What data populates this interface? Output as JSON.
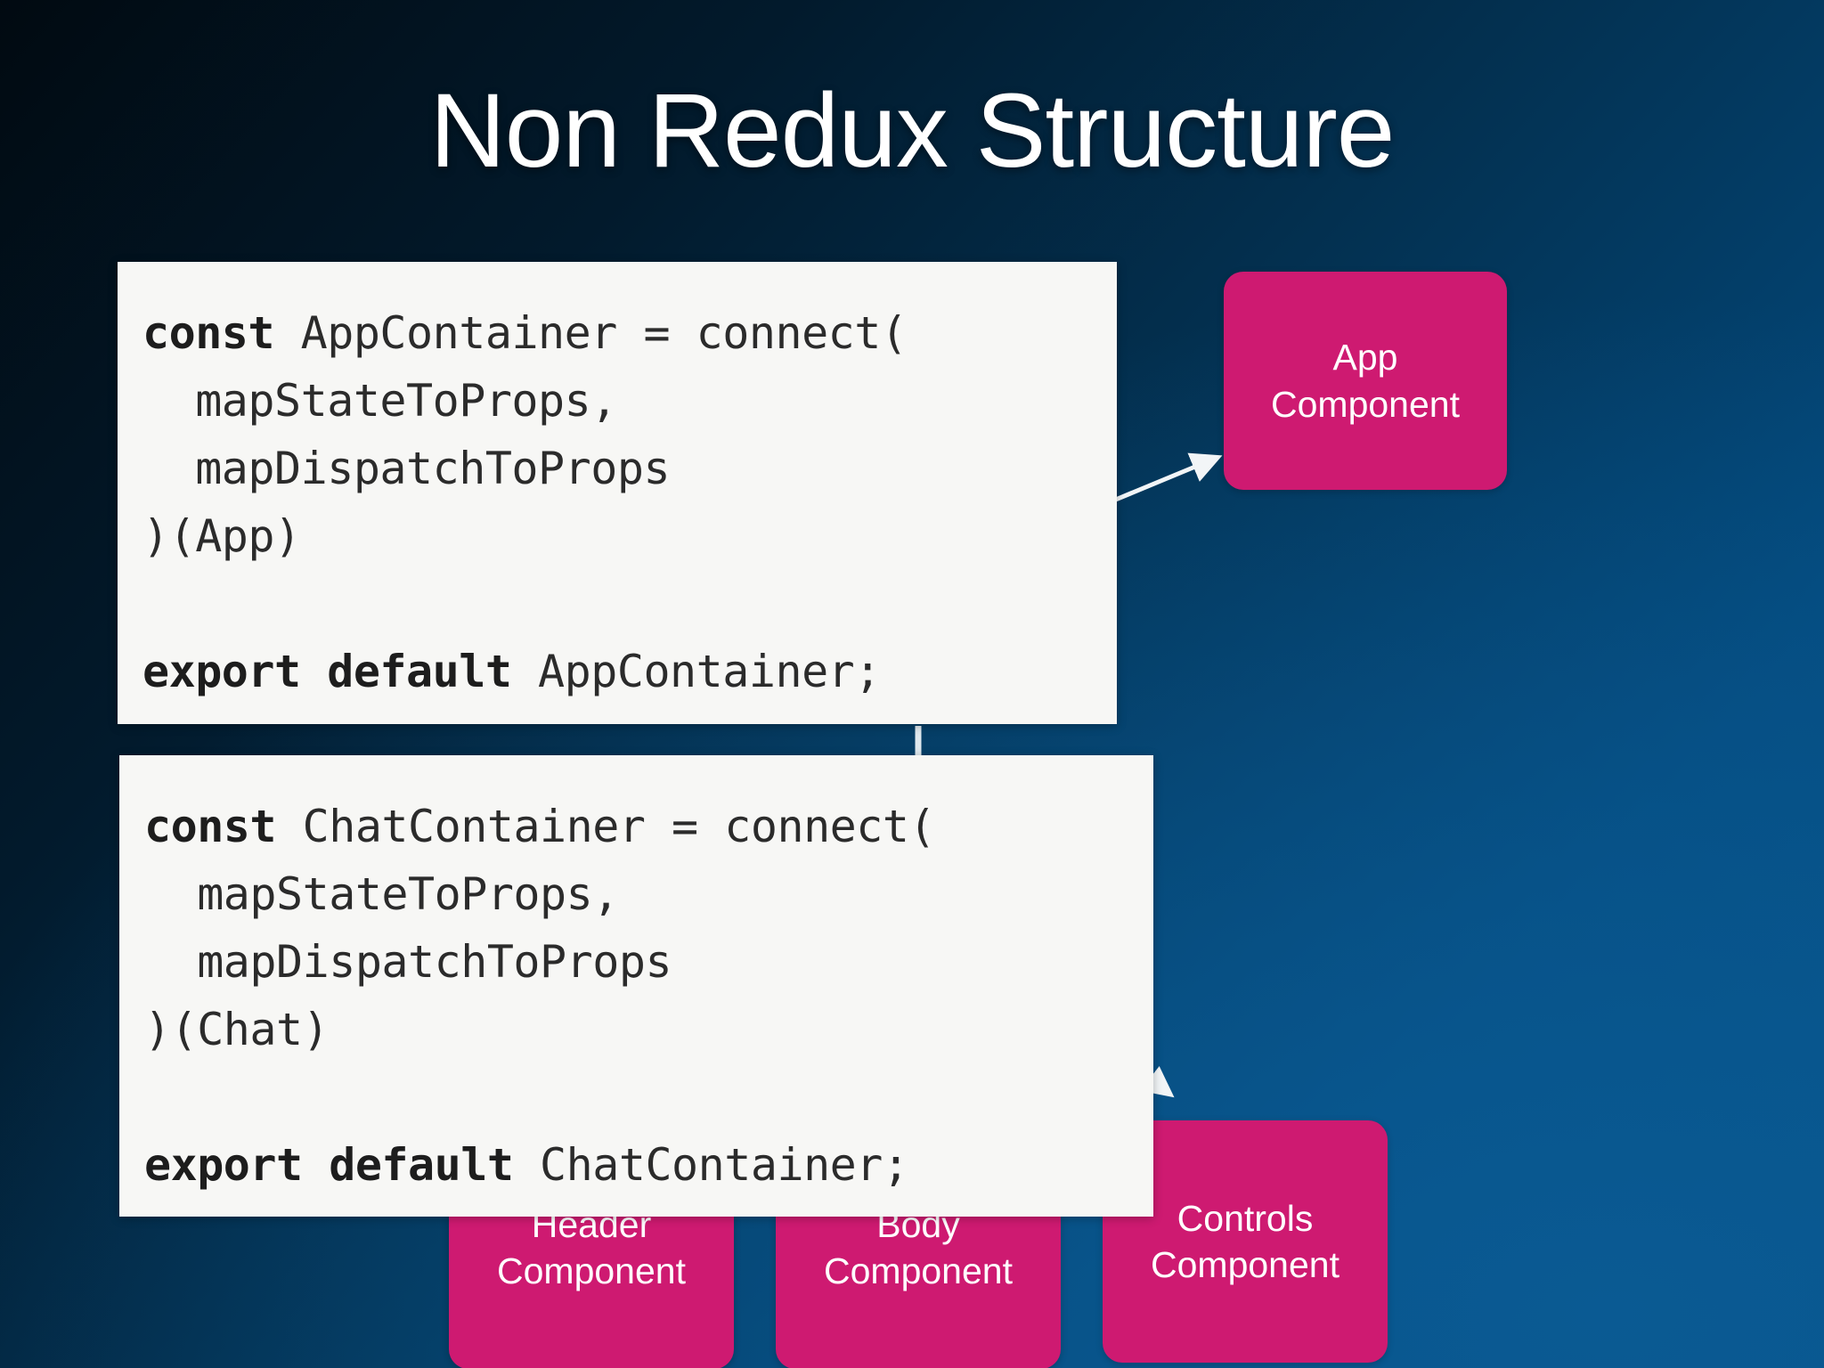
{
  "slide": {
    "title": "Non Redux Structure",
    "background": {
      "from": "#010a11",
      "to": "#045086"
    },
    "accent_pink": "#ce1a71",
    "code_card_bg": "#f7f7f5",
    "code_text_color": "#2b2b2b",
    "connector_color": "#ffffff"
  },
  "code_blocks": [
    {
      "id": "app-container",
      "lines": [
        {
          "keyword": "const",
          "rest": " AppContainer = connect("
        },
        {
          "keyword": "",
          "rest": "  mapStateToProps,"
        },
        {
          "keyword": "",
          "rest": "  mapDispatchToProps"
        },
        {
          "keyword": "",
          "rest": ")(App)"
        },
        {
          "keyword": "",
          "rest": ""
        },
        {
          "keyword": "export default",
          "rest": " AppContainer;"
        }
      ]
    },
    {
      "id": "chat-container",
      "lines": [
        {
          "keyword": "const",
          "rest": " ChatContainer = connect("
        },
        {
          "keyword": "",
          "rest": "  mapStateToProps,"
        },
        {
          "keyword": "",
          "rest": "  mapDispatchToProps"
        },
        {
          "keyword": "",
          "rest": ")(Chat)"
        },
        {
          "keyword": "",
          "rest": ""
        },
        {
          "keyword": "export default",
          "rest": " ChatContainer;"
        }
      ]
    }
  ],
  "components": [
    {
      "id": "app",
      "line1": "App",
      "line2": "Component"
    },
    {
      "id": "header",
      "line1": "Header",
      "line2": "Component"
    },
    {
      "id": "body",
      "line1": "Body",
      "line2": "Component"
    },
    {
      "id": "controls",
      "line1": "Controls",
      "line2": "Component"
    }
  ]
}
